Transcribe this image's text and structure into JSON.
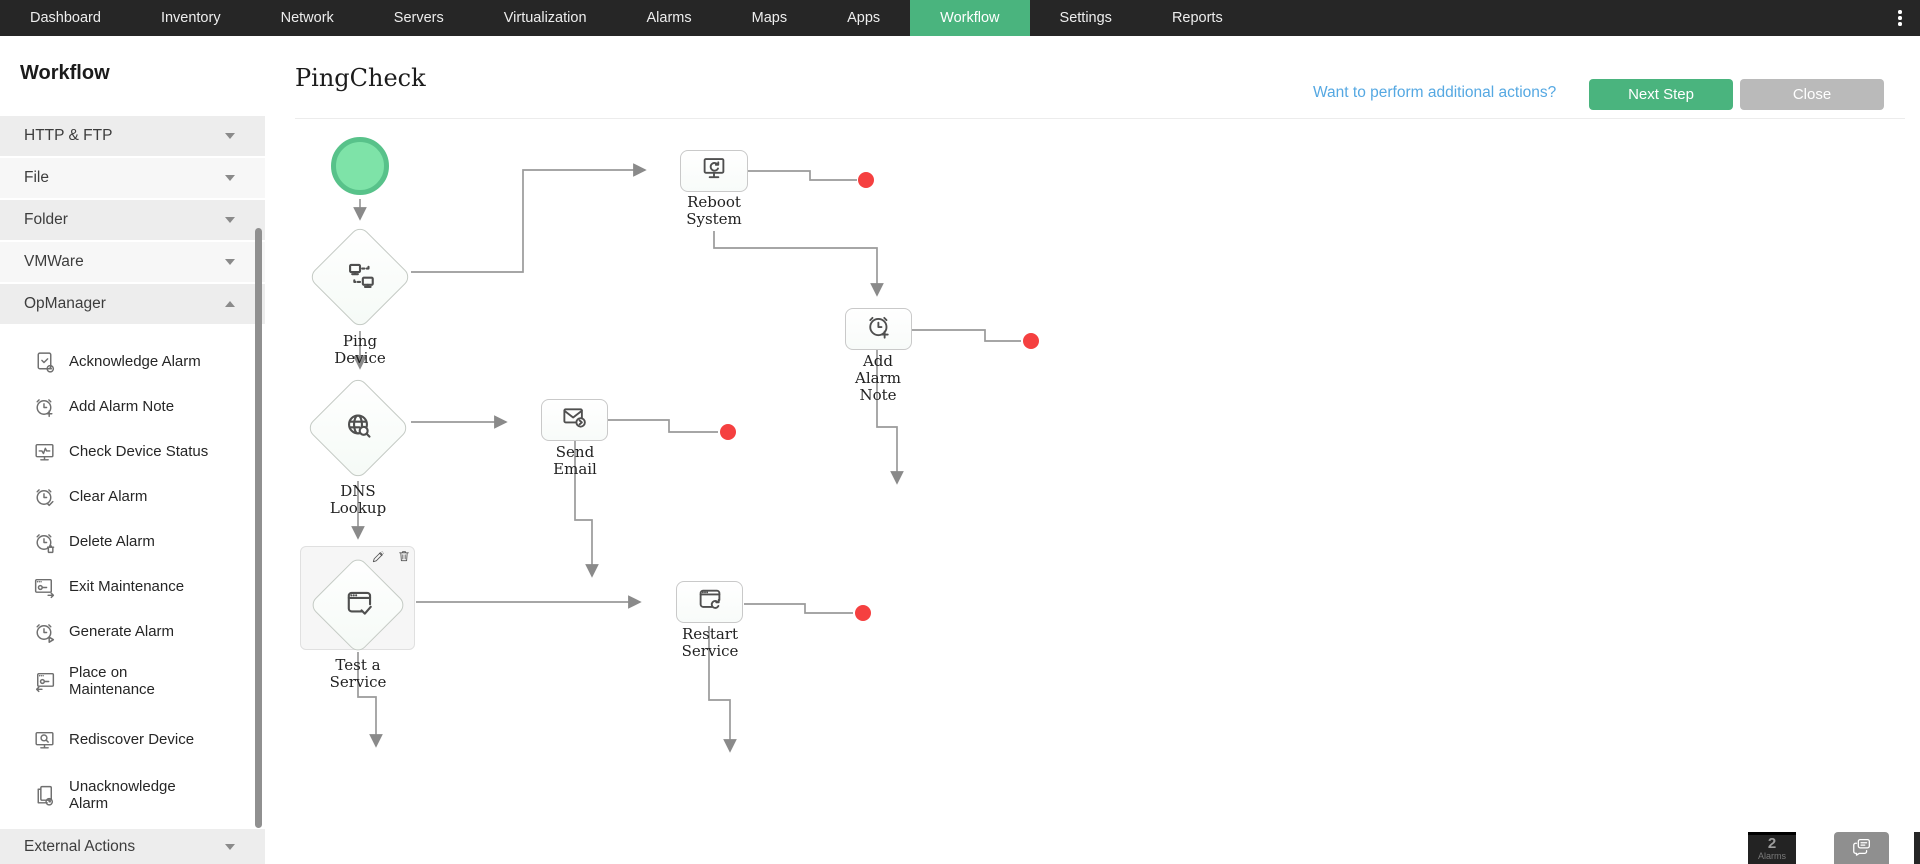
{
  "nav": {
    "items": [
      {
        "label": "Dashboard",
        "active": false
      },
      {
        "label": "Inventory",
        "active": false
      },
      {
        "label": "Network",
        "active": false
      },
      {
        "label": "Servers",
        "active": false
      },
      {
        "label": "Virtualization",
        "active": false
      },
      {
        "label": "Alarms",
        "active": false
      },
      {
        "label": "Maps",
        "active": false
      },
      {
        "label": "Apps",
        "active": false
      },
      {
        "label": "Workflow",
        "active": true
      },
      {
        "label": "Settings",
        "active": false
      },
      {
        "label": "Reports",
        "active": false
      }
    ]
  },
  "sidebar": {
    "title": "Workflow",
    "sections": [
      {
        "label": "HTTP & FTP",
        "expanded": false
      },
      {
        "label": "File",
        "expanded": false
      },
      {
        "label": "Folder",
        "expanded": false
      },
      {
        "label": "VMWare",
        "expanded": false
      },
      {
        "label": "OpManager",
        "expanded": true
      }
    ],
    "opmanager_items": [
      {
        "label": "Acknowledge Alarm",
        "icon": "acknowledge-alarm-icon"
      },
      {
        "label": "Add Alarm Note",
        "icon": "add-alarm-note-icon"
      },
      {
        "label": "Check Device Status",
        "icon": "check-device-status-icon"
      },
      {
        "label": "Clear Alarm",
        "icon": "clear-alarm-icon"
      },
      {
        "label": "Delete Alarm",
        "icon": "delete-alarm-icon"
      },
      {
        "label": "Exit Maintenance",
        "icon": "exit-maintenance-icon"
      },
      {
        "label": "Generate Alarm",
        "icon": "generate-alarm-icon"
      },
      {
        "label": "Place on Maintenance",
        "icon": "place-on-maintenance-icon"
      },
      {
        "label": "Rediscover Device",
        "icon": "rediscover-device-icon"
      },
      {
        "label": "Unacknowledge Alarm",
        "icon": "unacknowledge-alarm-icon"
      }
    ],
    "footer_section": {
      "label": "External Actions",
      "expanded": false
    }
  },
  "header": {
    "title": "PingCheck",
    "link": "Want to perform additional actions?",
    "next_step_label": "Next Step",
    "close_label": "Close"
  },
  "canvas": {
    "nodes": {
      "ping_device": {
        "label": "Ping Device",
        "type": "diamond"
      },
      "reboot_system": {
        "label": "Reboot System",
        "type": "action"
      },
      "add_alarm_note": {
        "label": "Add Alarm Note",
        "type": "action"
      },
      "dns_lookup": {
        "label": "DNS Lookup",
        "type": "diamond"
      },
      "send_email": {
        "label": "Send Email",
        "type": "action"
      },
      "test_a_service": {
        "label": "Test a Service",
        "type": "diamond",
        "selected": true
      },
      "restart_service": {
        "label": "Restart Service",
        "type": "action"
      }
    }
  },
  "widgets": {
    "alarm_count": "2",
    "alarm_caption": "Alarms"
  },
  "colors": {
    "accent_green": "#4ab47e",
    "start_node_green": "#7ee3a8",
    "link_blue": "#55a8e2",
    "endpoint_red": "#f54040",
    "close_gray": "#bababa"
  }
}
